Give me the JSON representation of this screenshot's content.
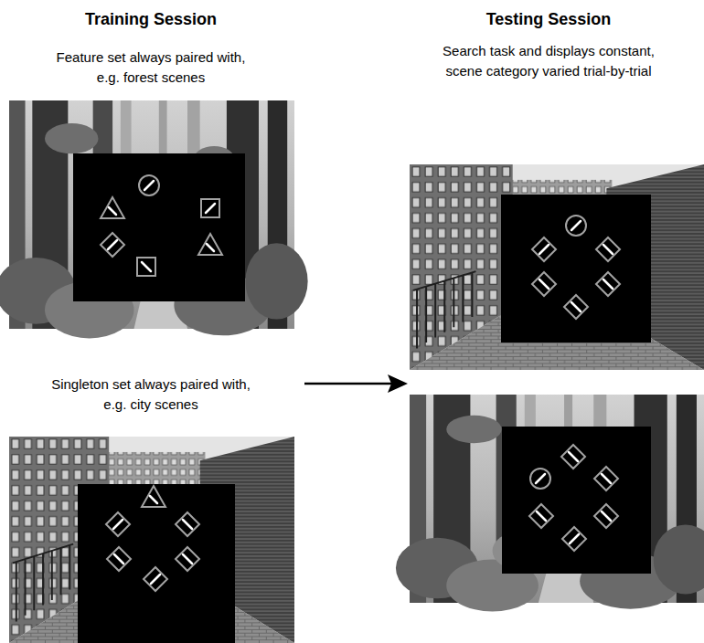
{
  "diagram": {
    "labels": [
      "Training Session",
      "Feature set always paired with, e.g. forest scenes",
      "Singleton set always paired with, e.g. city scenes",
      "Testing Session",
      "Search task and displays constant, scene category varied trial-by-trial"
    ]
  }
}
